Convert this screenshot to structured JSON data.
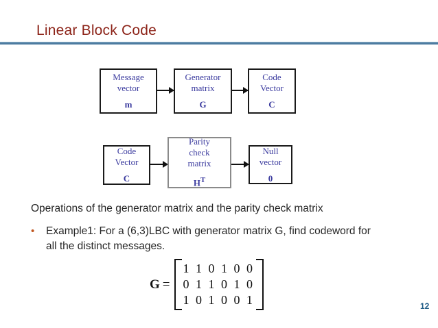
{
  "slide": {
    "title": "Linear Block Code",
    "page_number": "12",
    "title_color": "#8c2318",
    "rule_color": "#4e7ca1",
    "page_number_color": "#1f5c87"
  },
  "diagram": {
    "row1": {
      "box1": {
        "line1": "Message",
        "line2": "vector",
        "symbol": "m"
      },
      "box2": {
        "line1": "Generator",
        "line2": "matrix",
        "symbol": "G"
      },
      "box3": {
        "line1": "Code",
        "line2": "Vector",
        "symbol": "C"
      }
    },
    "row2": {
      "box1": {
        "line1": "Code",
        "line2": "Vector",
        "symbol": "C"
      },
      "box2": {
        "line1": "Parity",
        "line2": "check",
        "line3": "matrix",
        "symbol": "H",
        "symbol_sup": "T"
      },
      "box3": {
        "line1": "Null",
        "line2": "vector",
        "symbol": "0"
      }
    },
    "text_color": "#3a3a9e"
  },
  "body": {
    "caption": "Operations of the generator matrix and the parity check matrix",
    "bullet_glyph": "•",
    "bullet_color": "#c0561f",
    "bullet_text": "Example1: For a (6,3)LBC with generator matrix G, find codeword for all the distinct messages."
  },
  "equation": {
    "label": "G",
    "equals": "=",
    "matrix_rows": [
      "1 1 0 1 0 0",
      "0 1 1 0 1 0",
      "1 0 1 0 0 1"
    ]
  }
}
